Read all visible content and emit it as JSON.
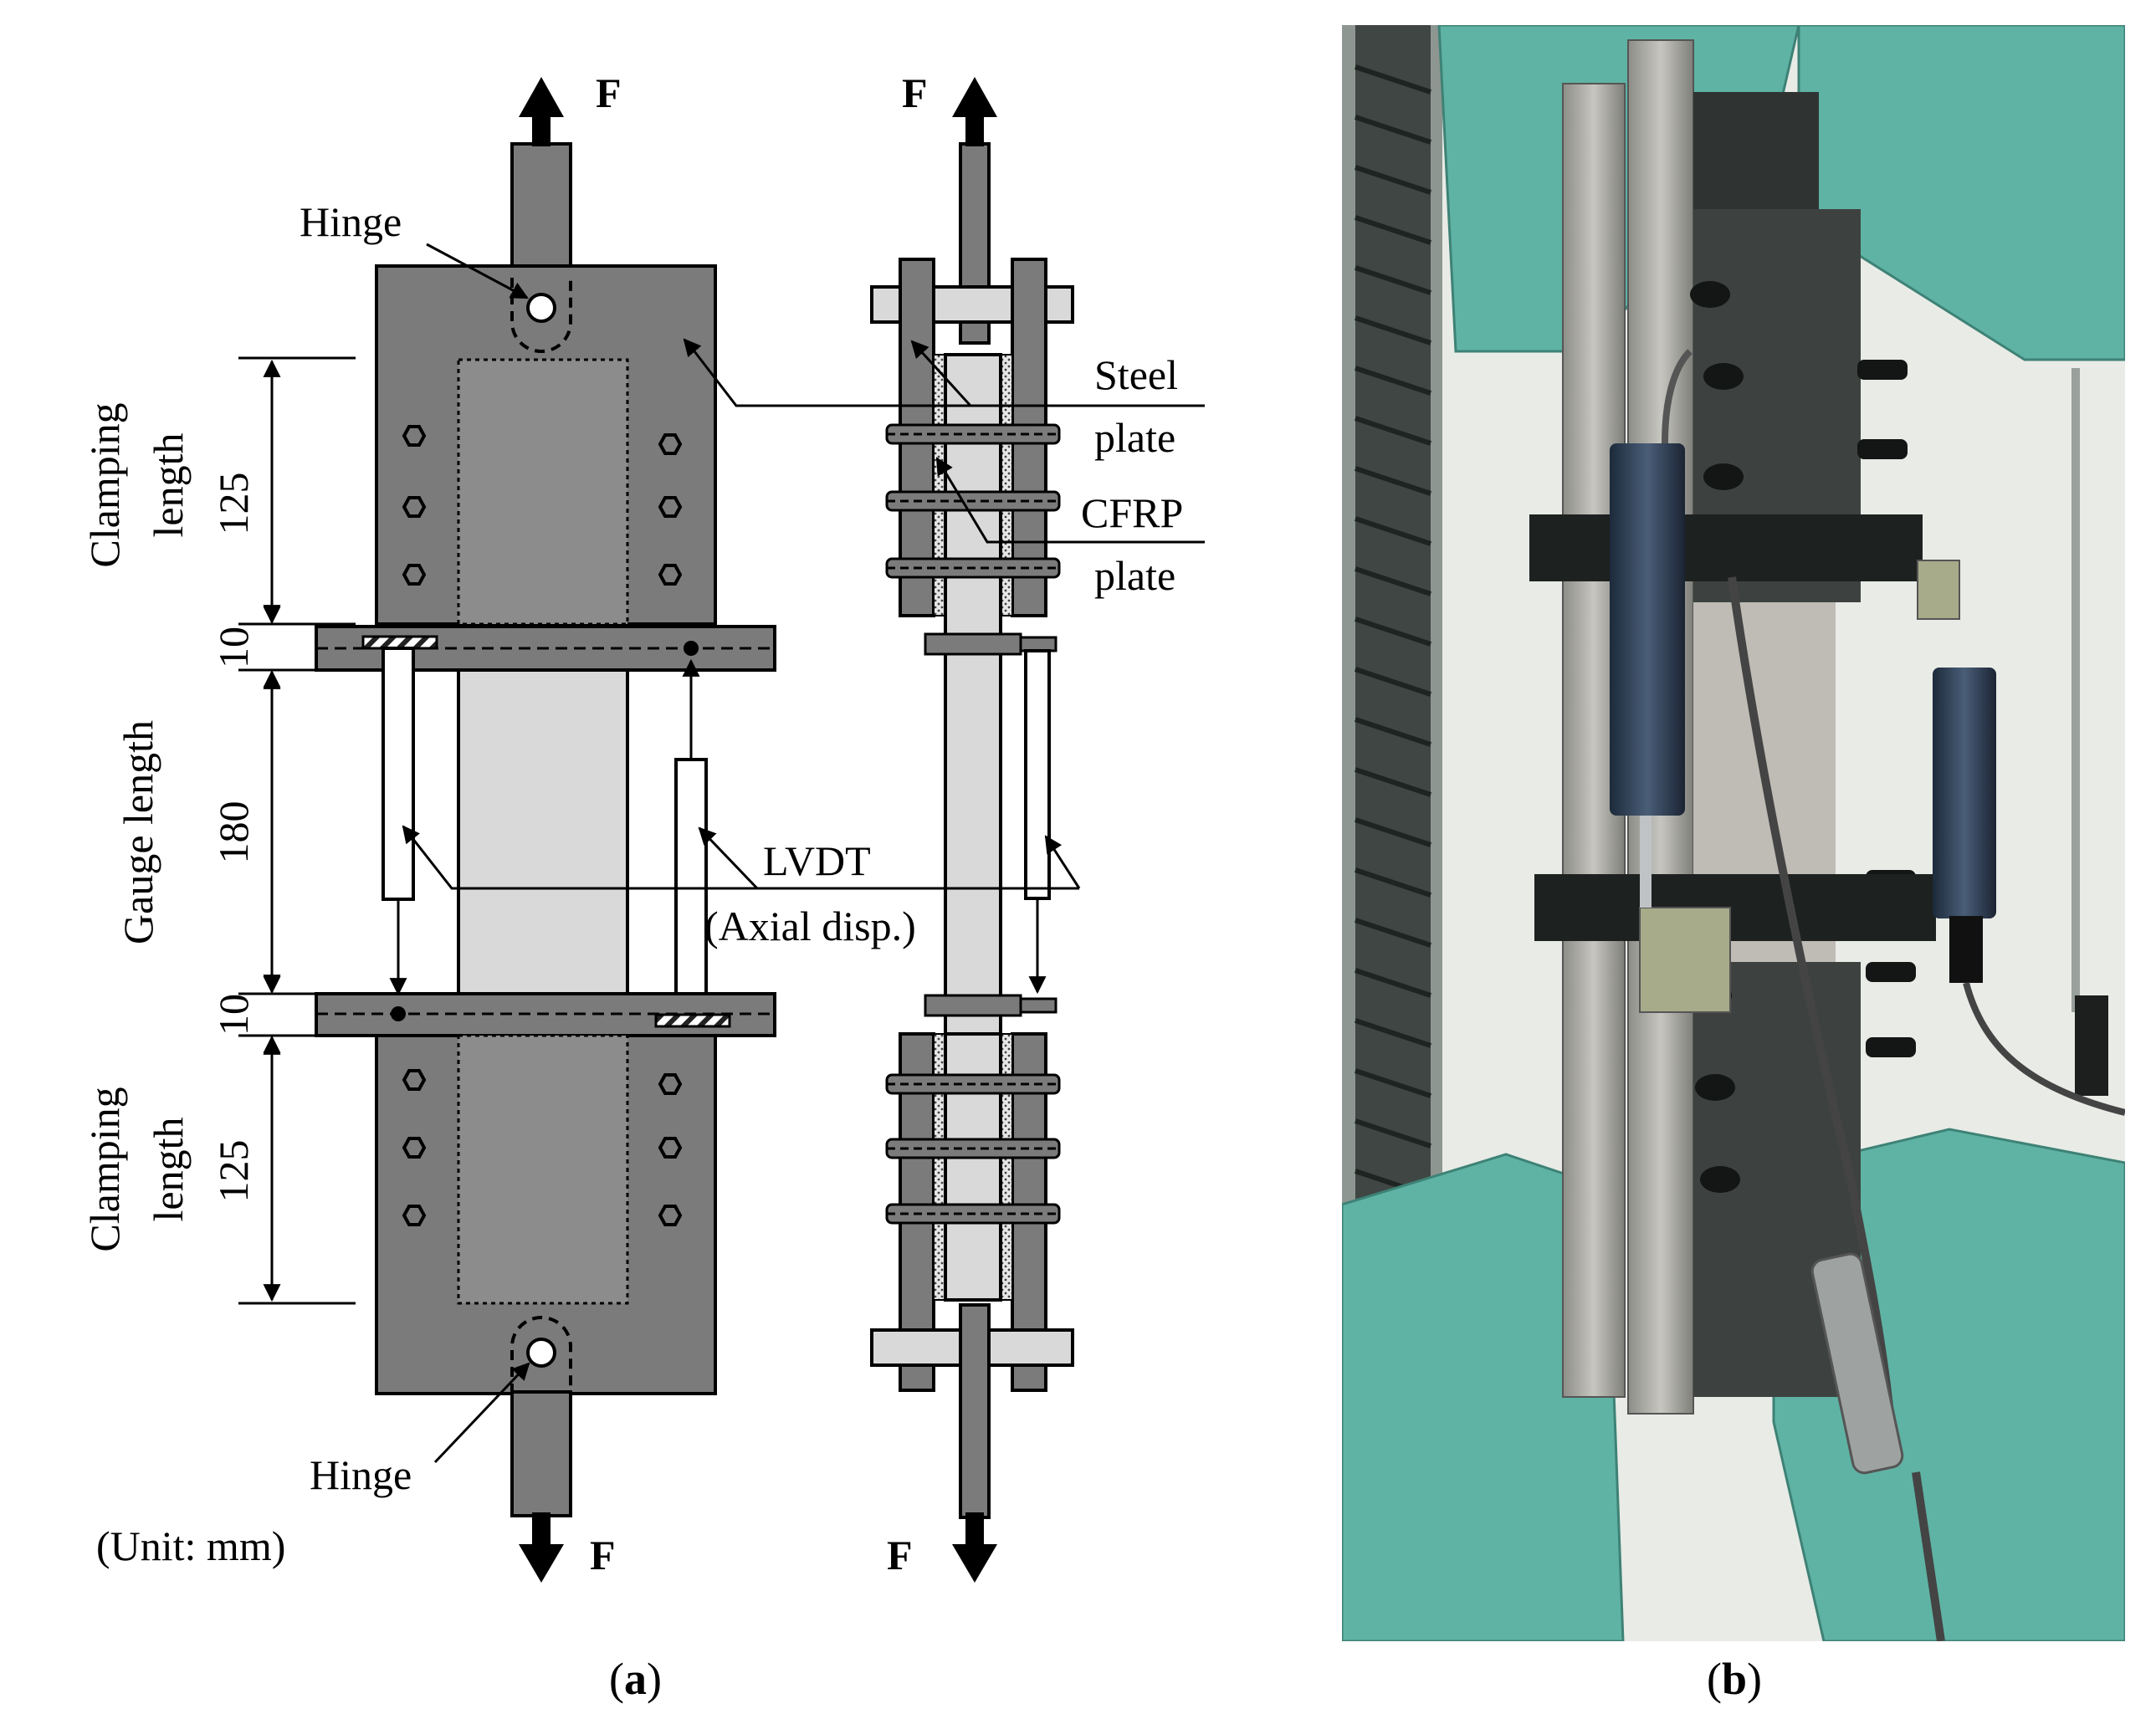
{
  "panel_a": {
    "force": "F",
    "hinge": "Hinge",
    "steel_1": "Steel",
    "steel_2": "plate",
    "cfrp_1": "CFRP",
    "cfrp_2": "plate",
    "clamp_1": "Clamping",
    "clamp_2": "length",
    "gauge": "Gauge length",
    "d125": "125",
    "d10": "10",
    "d180": "180",
    "lvdt_1": "LVDT",
    "lvdt_2": "(Axial disp.)",
    "unit": "(Unit: mm)",
    "caption_open": "(",
    "caption_letter": "a",
    "caption_close": ")"
  },
  "panel_b": {
    "caption_open": "(",
    "caption_letter": "b",
    "caption_close": ")"
  },
  "colors": {
    "dark_gray": "#7b7b7b",
    "mid_gray": "#8c8c8c",
    "light_gray": "#d9d9d9",
    "machine_teal": "#5fb3a4",
    "photo_background": "#e9ebe6"
  }
}
